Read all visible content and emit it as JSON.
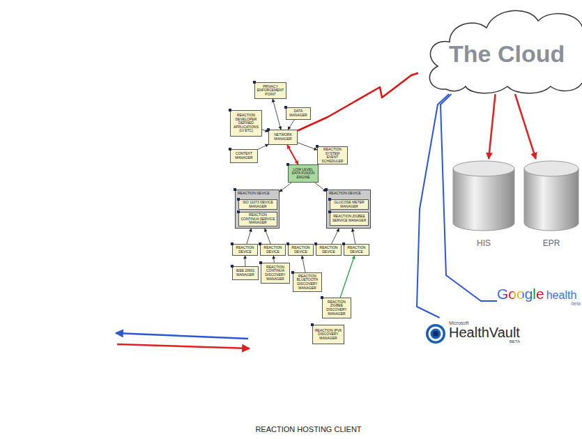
{
  "diagram": {
    "nodes": [
      {
        "text": [
          "The Cloud"
        ]
      },
      {
        "text": [
          "HIS"
        ]
      },
      {
        "text": [
          "EPR"
        ]
      },
      {
        "text": [
          "Google",
          "health",
          "beta"
        ]
      },
      {
        "text": [
          "Microsoft",
          "HealthVault",
          "BETA"
        ]
      },
      {
        "text": [
          "REACTION HOSTING CLIENT"
        ]
      },
      {
        "text": [
          "PRIVACY ENFORCEMENT POINT"
        ],
        "in": 5
      },
      {
        "text": [
          "REACTION DEVELOPER DEFINED APPLICATIONS (UI ETC)"
        ],
        "in": 5
      },
      {
        "text": [
          "DATA MANAGER"
        ],
        "in": 5
      },
      {
        "text": [
          "NETWORK MANAGER"
        ],
        "in": 5
      },
      {
        "text": [
          "CONTEXT MANAGER"
        ],
        "in": 5
      },
      {
        "text": [
          "REACTION SYSTEM EVENT SCHEDULER"
        ],
        "in": 5
      },
      {
        "text": [
          "LOW LEVEL DATA FUSION ENGINE"
        ],
        "in": 5
      },
      {
        "text": [
          "REACTION DEVICE"
        ],
        "in": 5
      },
      {
        "text": [
          "ISO 11073 DEVICE MANAGER"
        ],
        "in": 13
      },
      {
        "text": [
          "REACTION CONTINUA SERVICE MANAGER"
        ],
        "in": 13
      },
      {
        "text": [
          "REACTION DEVICE"
        ],
        "in": 5
      },
      {
        "text": [
          "GLUCOSE METER MANAGER"
        ],
        "in": 16
      },
      {
        "text": [
          "REACTION ZIGBEE SERVICE MANAGER"
        ],
        "in": 16
      },
      {
        "text": [
          "REACTION DEVICE"
        ],
        "in": 5
      },
      {
        "text": [
          "REACTION DEVICE"
        ],
        "in": 5
      },
      {
        "text": [
          "REACTION DEVICE"
        ],
        "in": 5
      },
      {
        "text": [
          "REACTION DEVICE"
        ],
        "in": 5
      },
      {
        "text": [
          "REACTION DEVICE"
        ],
        "in": 5
      },
      {
        "text": [
          "IEEE 20601 MANAGER"
        ],
        "in": 5
      },
      {
        "text": [
          "REACTION CONTINUA DISCOVERY MANAGER"
        ],
        "in": 5
      },
      {
        "text": [
          "REACTION BLUETOOTH DISCOVERY MANAGER"
        ],
        "in": 5
      },
      {
        "text": [
          "REACTION ZIGBEE DISCOVERY MANAGER"
        ],
        "in": 5
      },
      {
        "text": [
          "REACTION IPV6 DISCOVERY MANAGER"
        ],
        "in": 5
      }
    ],
    "edges": [
      {
        "from": 0,
        "to": 1,
        "arrow": "to"
      },
      {
        "from": 0,
        "to": 2,
        "arrow": "to"
      },
      {
        "from": 0,
        "to": 3,
        "arrow": "none"
      },
      {
        "from": 0,
        "to": 4,
        "arrow": "none"
      },
      {
        "from": 9,
        "to": 0,
        "arrow": "none"
      },
      {
        "from": 6,
        "to": 9,
        "arrow": "both"
      },
      {
        "from": 7,
        "to": 9,
        "arrow": "to"
      },
      {
        "from": 8,
        "to": 9,
        "arrow": "to"
      },
      {
        "from": 10,
        "to": 9,
        "arrow": "to"
      },
      {
        "from": 9,
        "to": 11,
        "arrow": "to"
      },
      {
        "from": 9,
        "to": 12,
        "arrow": "both"
      },
      {
        "from": 12,
        "to": 13,
        "arrow": "to"
      },
      {
        "from": 12,
        "to": 16,
        "arrow": "to"
      },
      {
        "from": 19,
        "to": 13,
        "arrow": "to"
      },
      {
        "from": 20,
        "to": 13,
        "arrow": "to"
      },
      {
        "from": 22,
        "to": 16,
        "arrow": "to"
      },
      {
        "from": 23,
        "to": 16,
        "arrow": "to"
      },
      {
        "from": 24,
        "to": 19,
        "arrow": "to"
      },
      {
        "from": 25,
        "to": 20,
        "arrow": "to"
      },
      {
        "from": 26,
        "to": 21,
        "arrow": "to"
      },
      {
        "from": 27,
        "to": 23,
        "arrow": "to"
      }
    ]
  }
}
